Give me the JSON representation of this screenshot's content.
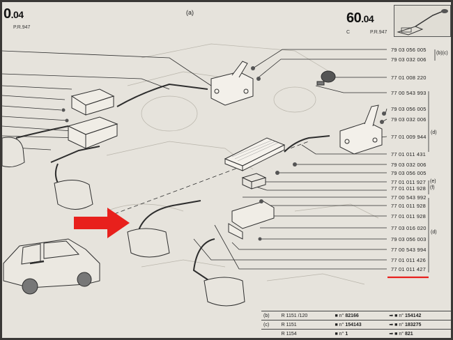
{
  "header": {
    "left_number": "0",
    "left_suffix": ".04",
    "left_ref": "P.R.947",
    "middle_label": "(a)",
    "right_number": "60",
    "right_suffix": ".04",
    "right_c": "C",
    "right_ref": "P.R.947"
  },
  "part_numbers": [
    "79 03 056 005",
    "79 03 032 006",
    "77 01 008 220",
    "77 00 543 993",
    "79 03 056 005",
    "79 03 032 006",
    "77 01 009 944",
    "77 01 011 431",
    "79 03 032 006",
    "79 03 056 005",
    "77 01 011 927",
    "77 01 011 928",
    "77 00 543 992",
    "77 01 011 928",
    "77 01 011 928",
    "77 03 016 020",
    "79 03 056 003",
    "77 00 543 994",
    "77 01 011 426",
    "77 01 011 427"
  ],
  "brackets": {
    "bc": "(b)(c)",
    "d1": "(d)",
    "e": "(e)",
    "f": "(f)",
    "d2": "(d)"
  },
  "highlighted_part": "77 01 011 427",
  "table": {
    "row1": {
      "ref": "(b)",
      "model": "R 1151 /120",
      "from_prefix": "n°",
      "from": "82166",
      "to_prefix": "n°",
      "to": "154142"
    },
    "row2": {
      "ref": "(c)",
      "model": "R 1151",
      "from_prefix": "n°",
      "from": "154143",
      "to_prefix": "n°",
      "to": "183275"
    },
    "row3": {
      "ref": "",
      "model": "R 1154",
      "from_prefix": "n°",
      "from": "1",
      "to_prefix": "n°",
      "to": "821"
    }
  },
  "colors": {
    "paper": "#e6e3dc",
    "ink": "#2a2a2a",
    "accent": "#e8201c"
  }
}
